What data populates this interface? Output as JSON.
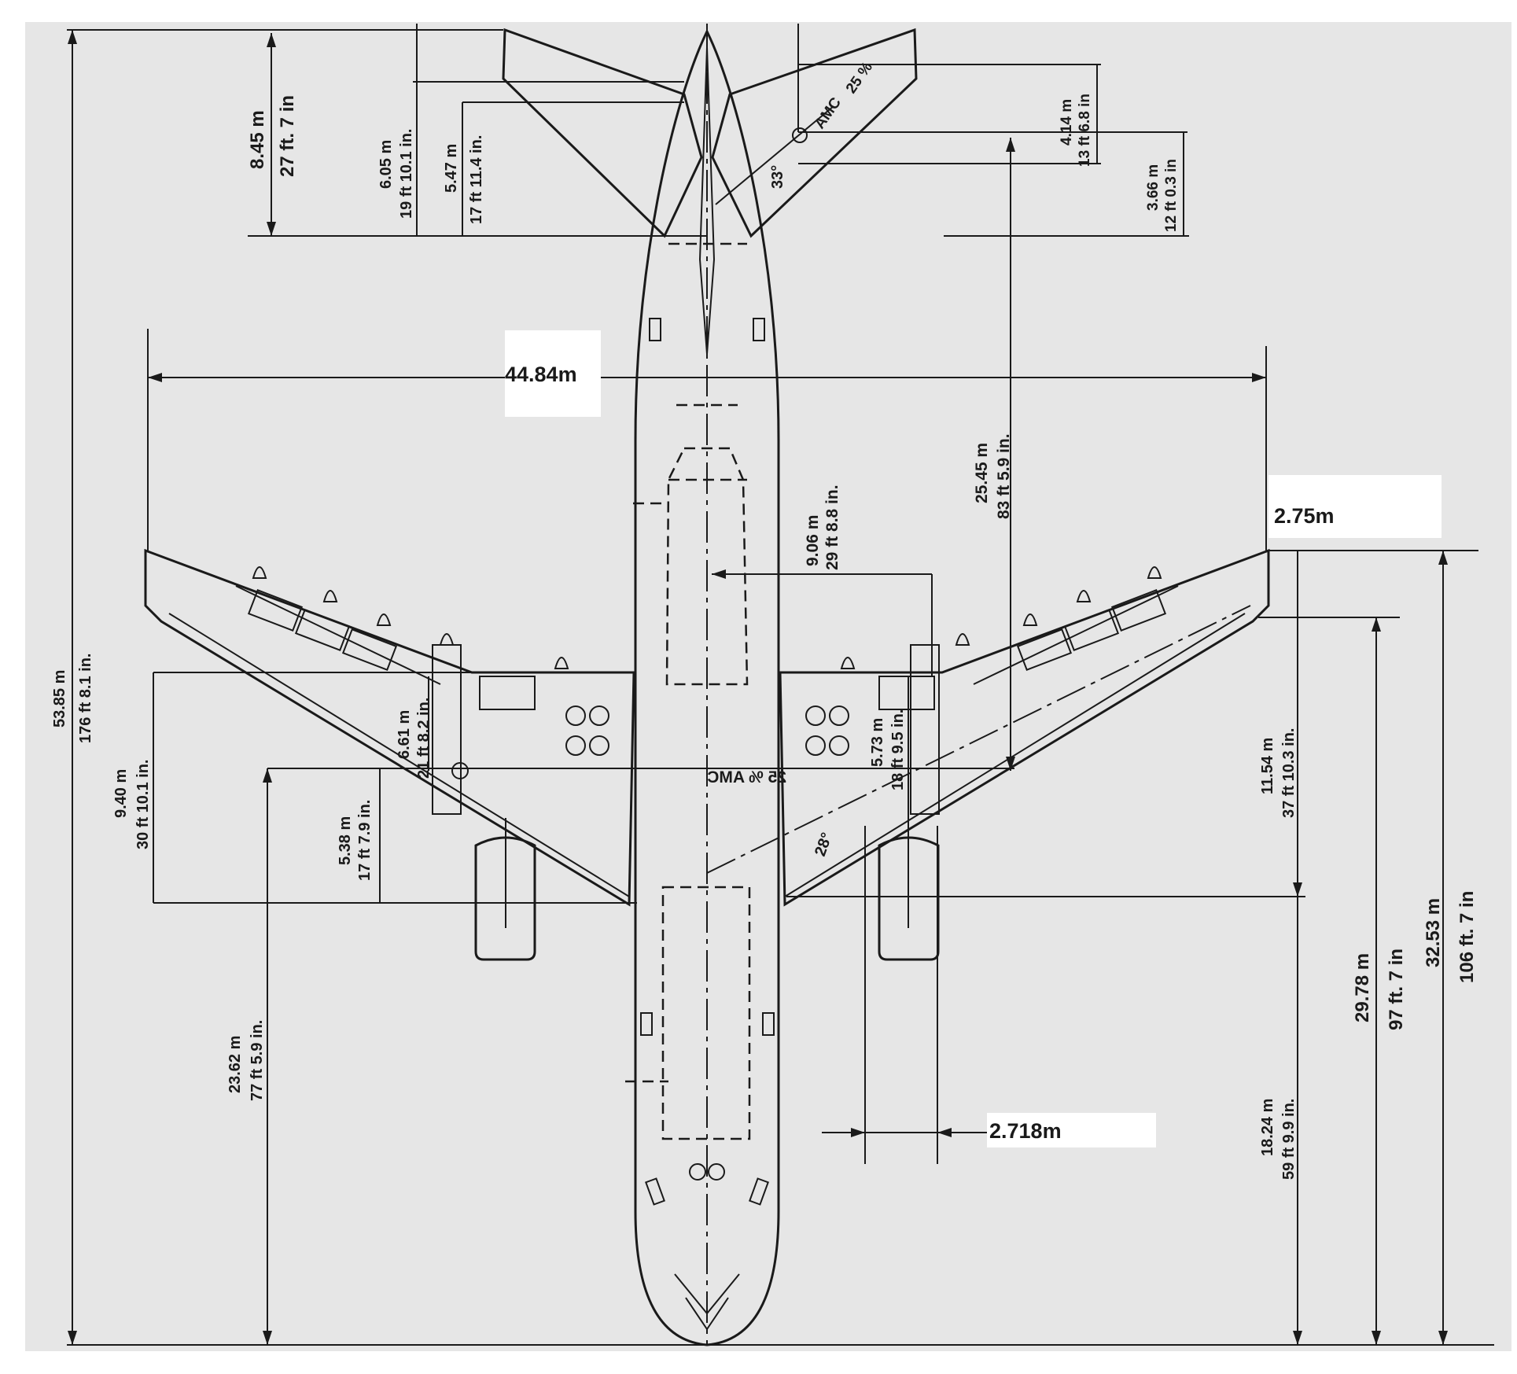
{
  "colors": {
    "paper": "#e6e6e6",
    "ink": "#1a1a1a",
    "label_box": "#ffffff"
  },
  "labels": {
    "span": "44.84m",
    "wing_tip_chord": "2.75m",
    "engine_spacing": "2.718m",
    "tail_height_m": "8.45 m",
    "tail_height_ft": "27 ft. 7 in",
    "tail_a_m": "6.05 m",
    "tail_a_ft": "19 ft 10.1 in.",
    "tail_b_m": "5.47 m",
    "tail_b_ft": "17 ft 11.4 in.",
    "tail_right_top_m": "4.14 m",
    "tail_right_top_ft": "13 ft 6.8 in",
    "tail_right_bot_m": "3.66 m",
    "tail_right_bot_ft": "12 ft 0.3 in",
    "tail_amc": "AMC",
    "tail_amc_pct": "25 %",
    "tail_angle": "33°",
    "overall_length_m": "53.85 m",
    "overall_length_ft": "176 ft 8.1 in.",
    "mac_pos_m": "25.45 m",
    "mac_pos_ft": "83 ft 5.9 in.",
    "wing_box_m": "9.06 m",
    "wing_box_ft": "29 ft 8.8 in.",
    "root_chord_m": "6.61 m",
    "root_chord_ft": "21 ft 8.2 in.",
    "root_left_m": "9.40 m",
    "root_left_ft": "30 ft 10.1 in.",
    "root_left2_m": "5.38 m",
    "root_left2_ft": "17 ft 7.9 in.",
    "root_right_m": "5.73 m",
    "root_right_ft": "18 ft 9.5 in.",
    "wing_amc": "25 % AMC",
    "wing_angle": "28°",
    "nose_wing_m": "23.62 m",
    "nose_wing_ft": "77 ft 5.9 in.",
    "right_a_m": "11.54 m",
    "right_a_ft": "37 ft 10.3 in.",
    "right_b_m": "18.24 m",
    "right_b_ft": "59 ft 9.9 in.",
    "right_c_m": "29.78 m",
    "right_c_ft": "97 ft. 7 in",
    "right_d_m": "32.53 m",
    "right_d_ft": "106 ft. 7 in"
  }
}
